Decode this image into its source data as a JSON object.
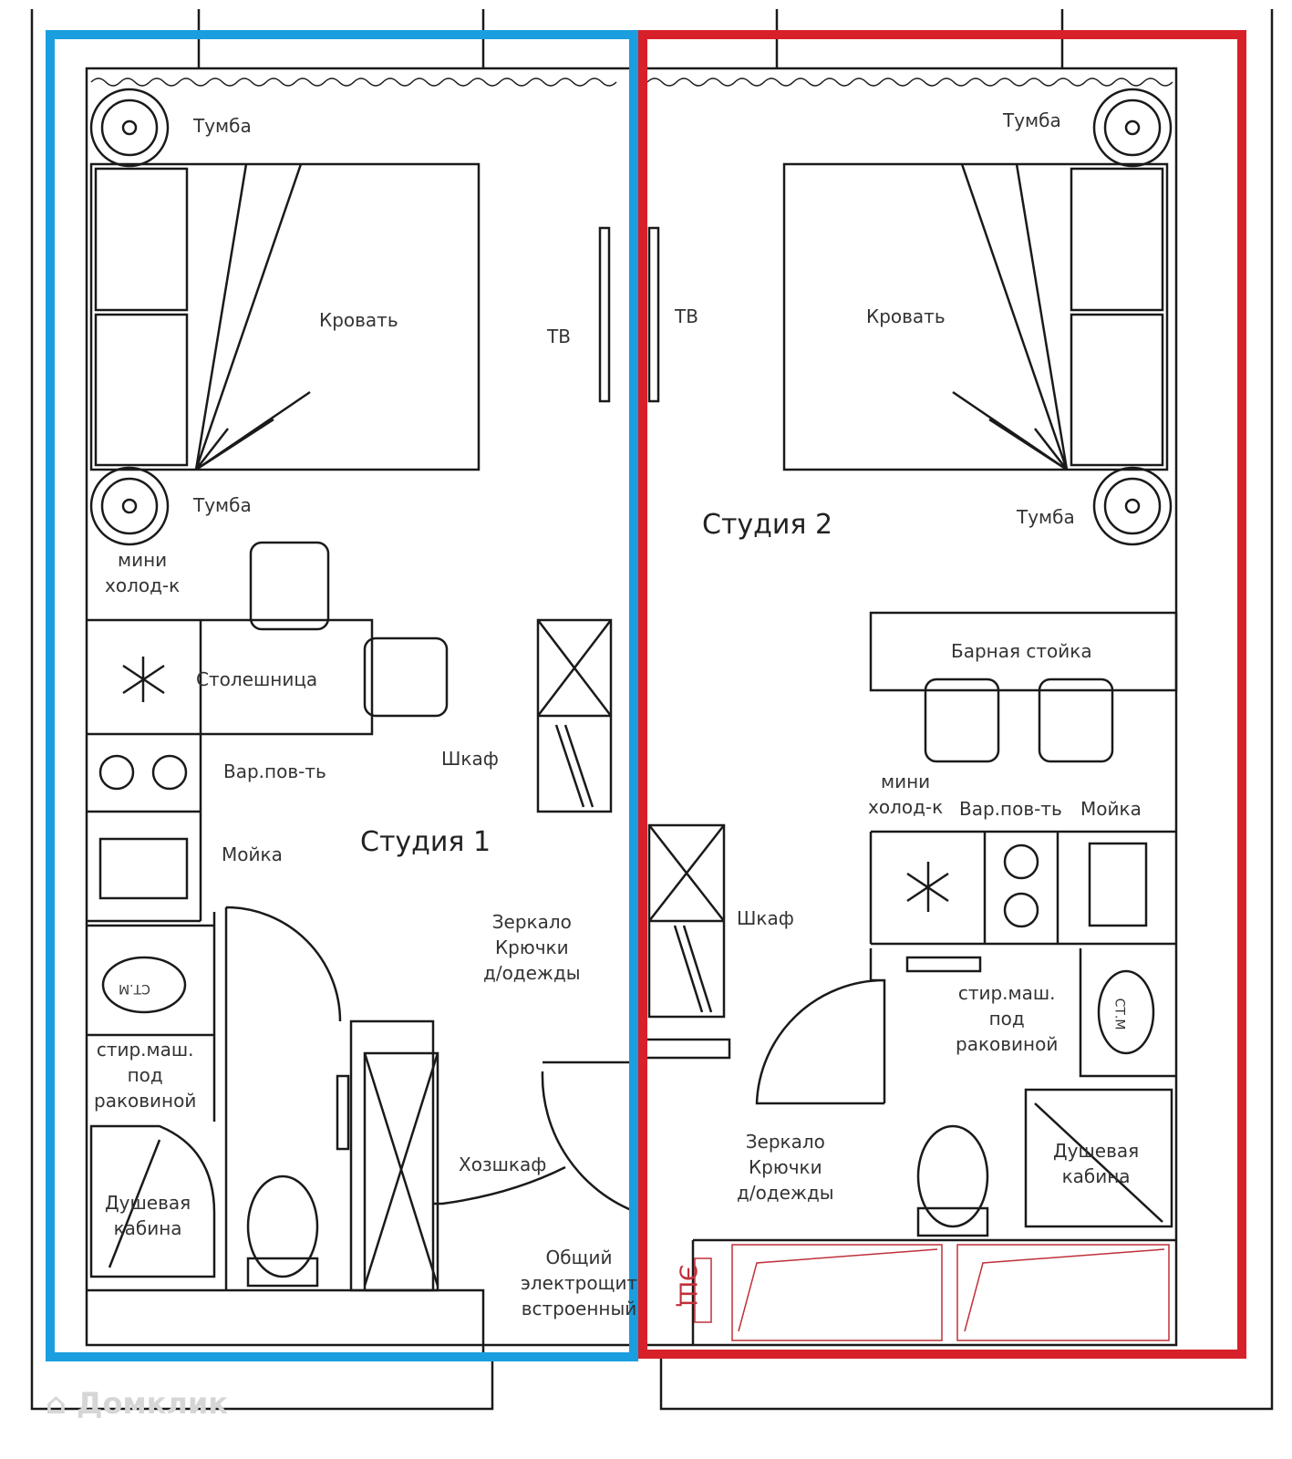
{
  "colors": {
    "studio1_outline": "#1a9ee0",
    "studio2_outline": "#d8202a",
    "walls": "#1a1a1a"
  },
  "studio1": {
    "title": "Студия 1",
    "nightstand_top": "Тумба",
    "nightstand_bottom": "Тумба",
    "bed": "Кровать",
    "tv": "ТВ",
    "fridge": "мини\nхолод-к",
    "countertop": "Столешница",
    "hob": "Вар.пов-ть",
    "sink": "Мойка",
    "wardrobe": "Шкаф",
    "mirror": "Зеркало\nКрючки\nд/одежды",
    "washer": "стир.маш.\nпод\nраковиной",
    "washer_tag": "СТ.М",
    "shower": "Душевая\nкабина",
    "utility_closet": "Хозшкаф",
    "panel": "Общий\nэлектрощит\nвстроенный"
  },
  "studio2": {
    "title": "Студия 2",
    "nightstand_top": "Тумба",
    "nightstand_bottom": "Тумба",
    "bed": "Кровать",
    "tv": "ТВ",
    "bar": "Барная стойка",
    "fridge": "мини\nхолод-к",
    "hob": "Вар.пов-ть",
    "sink": "Мойка",
    "wardrobe": "Шкаф",
    "washer": "стир.маш.\nпод\nраковиной",
    "washer_tag": "СТ.М",
    "mirror": "Зеркало\nКрючки\nд/одежды",
    "shower": "Душевая\nкабина",
    "panel_tag": "ЭЩ"
  },
  "watermark": "Домклик"
}
